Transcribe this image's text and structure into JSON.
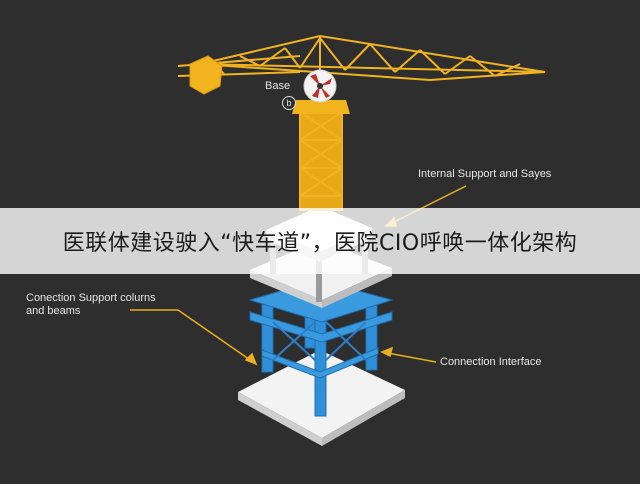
{
  "labels": {
    "base": "Base",
    "base_badge": "b",
    "internal_support": "Internal Support and Sayes",
    "connection_columns_line1": "Conection Support colurns",
    "connection_columns_line2": "and beams",
    "connection_interface": "Connection Interface"
  },
  "banner": {
    "title": "医联体建设驶入“快车道”，医院CIO呼唤一体化架构"
  },
  "colors": {
    "background": "#2e2e2e",
    "crane": "#f2b41e",
    "columns": "#2f8fd8",
    "slab": "#f4f4f4",
    "arrow": "#e8b01c"
  }
}
